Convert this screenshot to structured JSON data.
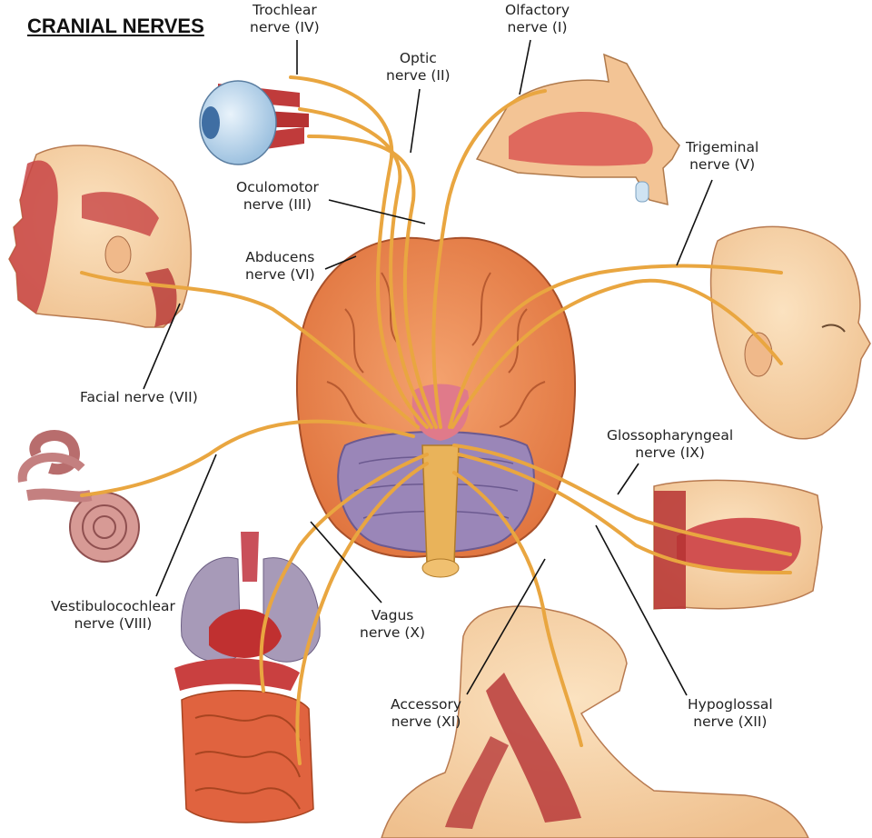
{
  "title": "CRANIAL NERVES",
  "labels": {
    "olfactory": [
      "Olfactory",
      "nerve (I)"
    ],
    "optic": [
      "Optic",
      "nerve (II)"
    ],
    "oculomotor": [
      "Oculomotor",
      "nerve (III)"
    ],
    "trochlear": [
      "Trochlear",
      "nerve (IV)"
    ],
    "trigeminal": [
      "Trigeminal",
      "nerve (V)"
    ],
    "abducens": [
      "Abducens",
      "nerve (VI)"
    ],
    "facial": [
      "Facial nerve (VII)"
    ],
    "vestibulocochlear": [
      "Vestibulocochlear",
      "nerve (VIII)"
    ],
    "glossopharyngeal": [
      "Glossopharyngeal",
      "nerve (IX)"
    ],
    "vagus": [
      "Vagus",
      "nerve (X)"
    ],
    "accessory": [
      "Accessory",
      "nerve (XI)"
    ],
    "hypoglossal": [
      "Hypoglossal",
      "nerve (XII)"
    ]
  },
  "colors": {
    "nerve": "#e9a640",
    "brain": "#ef8a55",
    "cerebellum": "#9a86b8",
    "muscle": "#c23a3a",
    "skin": "#f6d2a6"
  }
}
